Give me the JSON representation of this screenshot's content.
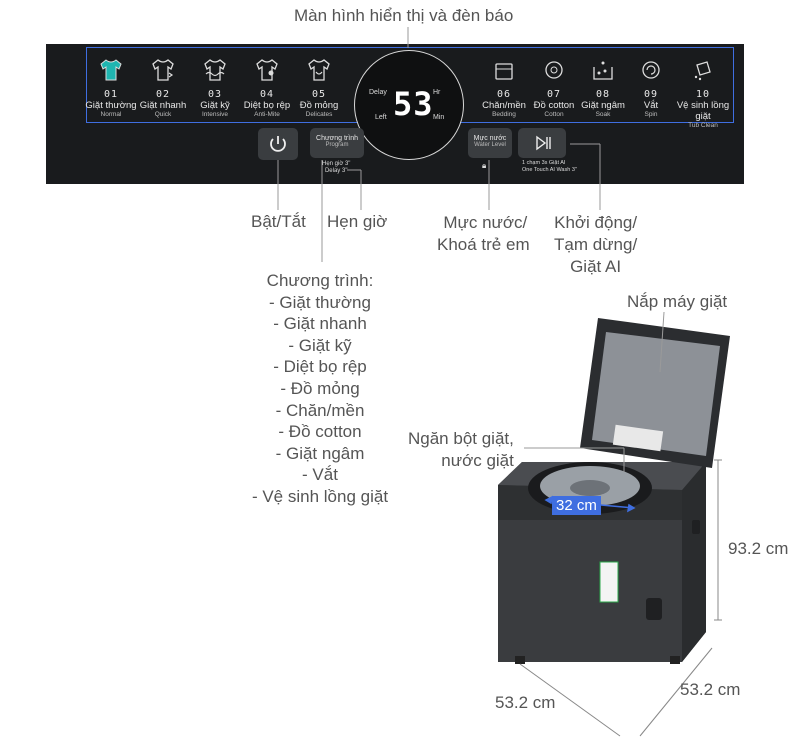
{
  "header_label": "Màn hình hiển thị và đèn báo",
  "programs_left": [
    {
      "num": "01",
      "vn": "Giặt thường",
      "en": "Normal",
      "icon": "shirt-icon-filled"
    },
    {
      "num": "02",
      "vn": "Giặt nhanh",
      "en": "Quick",
      "icon": "shirt-fast-icon"
    },
    {
      "num": "03",
      "vn": "Giặt kỹ",
      "en": "Intensive",
      "icon": "shirt-wave-icon"
    },
    {
      "num": "04",
      "vn": "Diệt bọ rệp",
      "en": "Anti-Mite",
      "icon": "shirt-bug-icon"
    },
    {
      "num": "05",
      "vn": "Đồ mỏng",
      "en": "Delicates",
      "icon": "shirt-delicate-icon"
    }
  ],
  "programs_right": [
    {
      "num": "06",
      "vn": "Chăn/mền",
      "en": "Bedding",
      "icon": "blanket-icon"
    },
    {
      "num": "07",
      "vn": "Đồ cotton",
      "en": "Cotton",
      "icon": "cotton-icon"
    },
    {
      "num": "08",
      "vn": "Giặt ngâm",
      "en": "Soak",
      "icon": "soak-icon"
    },
    {
      "num": "09",
      "vn": "Vắt",
      "en": "Spin",
      "icon": "spin-icon"
    },
    {
      "num": "10",
      "vn": "Vệ sinh lồng giặt",
      "en": "Tub Clean",
      "icon": "tub-clean-icon"
    }
  ],
  "display": {
    "digits": "53",
    "delay": "Delay",
    "left": "Left",
    "hr": "Hr",
    "min": "Min"
  },
  "buttons": {
    "program_vn": "Chương trình",
    "program_en": "Program",
    "delay_vn": "Hẹn giờ 3\"",
    "delay_en": "Delay 3\"",
    "water_vn": "Mực nước",
    "water_en": "Water Level",
    "ai_note_vn": "1 chạm 3s Giặt AI",
    "ai_note_en": "One Touch AI Wash 3\""
  },
  "callouts": {
    "power": "Bật/Tắt",
    "delay": "Hẹn giờ",
    "water_line1": "Mực nước/",
    "water_line2": "Khoá trẻ em",
    "start_line1": "Khởi động/",
    "start_line2": "Tạm dừng/",
    "start_line3": "Giặt AI"
  },
  "program_list": {
    "title": "Chương trình:",
    "items": [
      "- Giặt thường",
      "- Giặt nhanh",
      "- Giặt kỹ",
      "- Diệt bọ rệp",
      "- Đồ mỏng",
      "- Chăn/mền",
      "- Đồ cotton",
      "- Giặt ngâm",
      "- Vắt",
      "- Vệ sinh lồng giặt"
    ]
  },
  "machine": {
    "lid_label": "Nắp máy giặt",
    "detergent_line1": "Ngăn bột giặt,",
    "detergent_line2": "nước giặt",
    "tub_diameter": "32 cm",
    "height": "93.2 cm",
    "width": "53.2 cm",
    "depth": "53.2 cm"
  },
  "colors": {
    "panel": "#191b1d",
    "accent": "#3f6ee0",
    "body": "#3d3f42",
    "text": "#555555"
  }
}
